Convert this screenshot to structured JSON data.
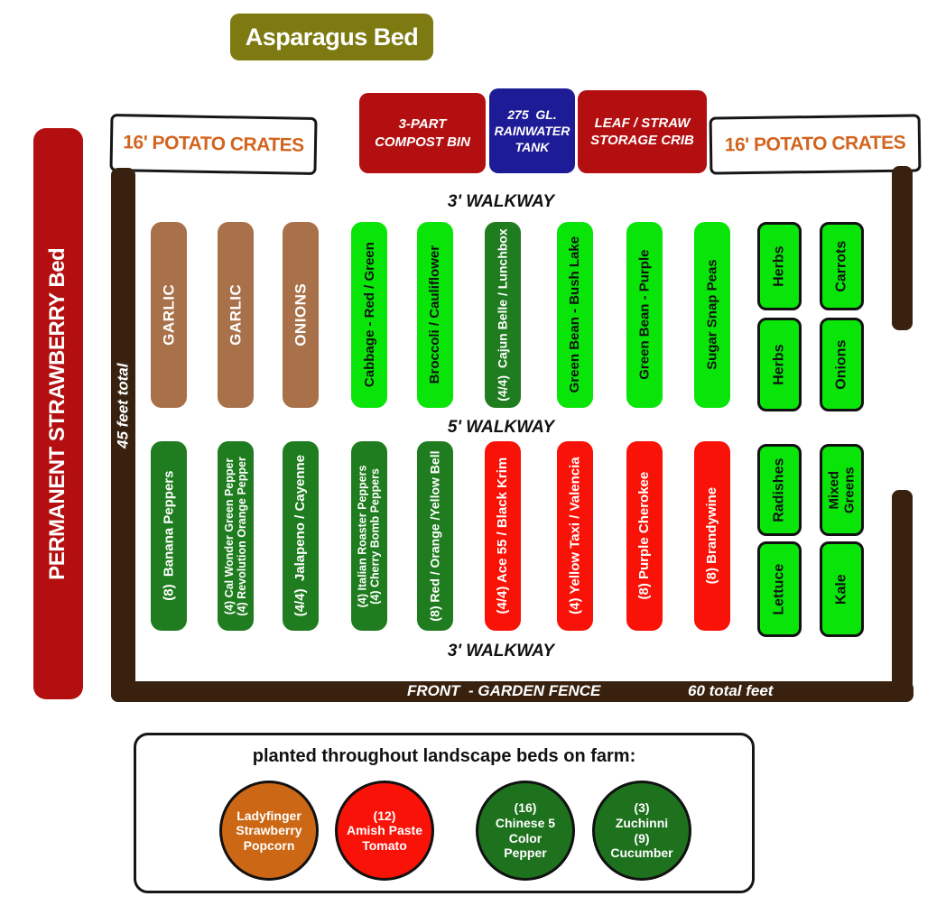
{
  "header": {
    "asparagus": "Asparagus Bed",
    "potato_left": "16' POTATO CRATES",
    "potato_right": "16' POTATO CRATES",
    "compost": "3-PART\nCOMPOST BIN",
    "tank": "275  GL.\nRAINWATER\nTANK",
    "leaf": "LEAF / STRAW\nSTORAGE CRIB"
  },
  "strawberry_bed_label": "PERMANENT STRAWBERRY Bed",
  "fence": {
    "side_length": "45 feet total",
    "front_label": "FRONT  - GARDEN FENCE",
    "front_length": "60 total feet"
  },
  "walkways": {
    "top": "3' WALKWAY",
    "middle": "5' WALKWAY",
    "bottom": "3' WALKWAY"
  },
  "beds_top": [
    {
      "label": "GARLIC",
      "variant": "brown"
    },
    {
      "label": "GARLIC",
      "variant": "brown"
    },
    {
      "label": "ONIONS",
      "variant": "brown"
    },
    {
      "label": "Cabbage - Red / Green",
      "variant": "bright-green"
    },
    {
      "label": "Broccoli / Cauliflower",
      "variant": "bright-green"
    },
    {
      "label": "(4/4)  Cajun Belle / Lunchbox",
      "variant": "dark-green"
    },
    {
      "label": "Green Bean - Bush Lake",
      "variant": "bright-green"
    },
    {
      "label": "Green Bean - Purple",
      "variant": "bright-green"
    },
    {
      "label": "Sugar Snap Peas",
      "variant": "bright-green"
    }
  ],
  "beds_top_small": [
    "Herbs",
    "Carrots",
    "Herbs",
    "Onions"
  ],
  "beds_bottom": [
    {
      "label": "(8)  Banana Peppers",
      "variant": "dark-green"
    },
    {
      "label": "(4) Cal Wonder Green Pepper\n(4) Revolution Orange Pepper",
      "variant": "dark-green"
    },
    {
      "label": "(4/4)  Jalapeno / Cayenne",
      "variant": "dark-green"
    },
    {
      "label": "(4) Italian Roaster Peppers\n(4) Cherry Bomb Peppers",
      "variant": "dark-green"
    },
    {
      "label": "(8) Red / Orange /Yellow Bell",
      "variant": "dark-green"
    },
    {
      "label": "(4/4) Ace 55 / Black Krim",
      "variant": "red"
    },
    {
      "label": "(4) Yellow Taxi / Valencia",
      "variant": "red"
    },
    {
      "label": "(8) Purple Cherokee",
      "variant": "red"
    },
    {
      "label": "(8) Brandywine",
      "variant": "red"
    }
  ],
  "beds_bottom_small": [
    "Radishes",
    "Mixed\nGreens",
    "Lettuce",
    "Kale"
  ],
  "legend": {
    "title": "planted throughout landscape beds on farm:",
    "items": [
      {
        "label": "Ladyfinger\nStrawberry\nPopcorn",
        "color": "#CC6815"
      },
      {
        "label": "(12)\nAmish Paste\nTomato",
        "color": "#F91207"
      },
      {
        "label": "(16)\nChinese 5\nColor\nPepper",
        "color": "#1E721E"
      },
      {
        "label": "(3)\nZuchinni\n(9)\nCucumber",
        "color": "#1E721E"
      }
    ]
  },
  "colors": {
    "olive": "#7E7A12",
    "dark_red": "#B30E10",
    "dark_blue": "#1E1B96",
    "brown_bed": "#A8714A",
    "bright_green_bed": "#09E409",
    "dark_green_bed": "#1F7D1F",
    "red_bed": "#F91207",
    "fence_brown": "#38220F",
    "potato_text_orange": "#D2641E"
  }
}
